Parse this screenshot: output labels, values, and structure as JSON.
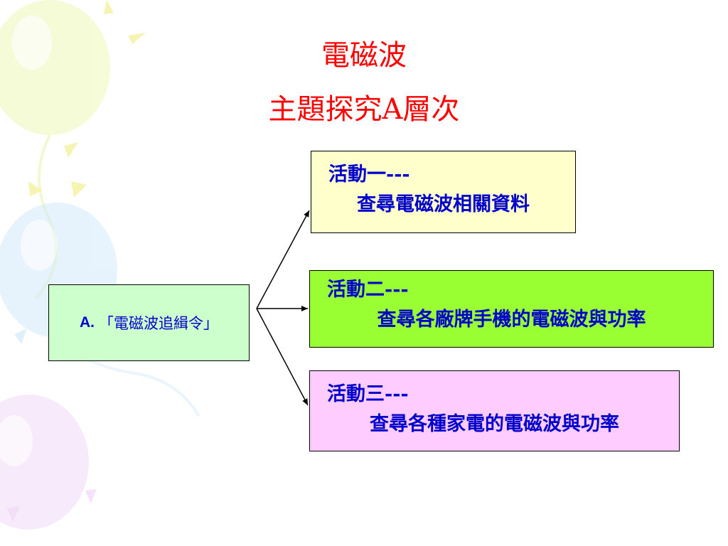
{
  "title": {
    "line1": "電磁波",
    "line2": "主題探究A層次"
  },
  "source_node": {
    "prefix": "A.",
    "label": "「電磁波追緝令」"
  },
  "activities": [
    {
      "line1": "活動一---",
      "line2": "查尋電磁波相關資料",
      "fill": "#ffffcc"
    },
    {
      "line1": "活動二---",
      "line2": "查尋各廠牌手機的電磁波與功率",
      "fill": "#99ff33"
    },
    {
      "line1": "活動三---",
      "line2": "查尋各種家電的電磁波與功率",
      "fill": "#ffccff"
    }
  ],
  "colors": {
    "title": "#ff0000",
    "text": "#0000cc",
    "source_fill": "#ccffcc"
  }
}
